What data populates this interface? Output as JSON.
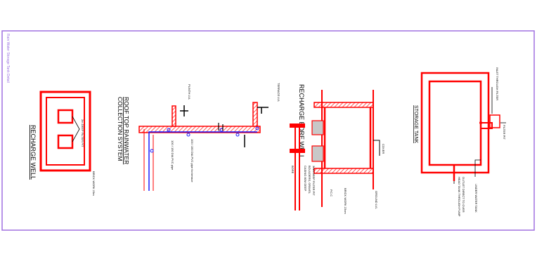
{
  "sheet_title": "Rain Water Storage Tank Detail",
  "colors": {
    "frame": "#a070e0",
    "wall": "#ff0000",
    "hatch": "#ff6060",
    "pipe": "#1a1aff",
    "fill_grey": "#c8c8c8",
    "annotation": "#000000"
  },
  "recharge_well": {
    "title": "RECHARGE WELL",
    "label_filter_pit": "2m DEEP FILTER PIT",
    "label_brickwork": "BRICK WORK 23m"
  },
  "roof_top": {
    "title_line1": "ROOF TOP RAINWATER",
    "title_line2": "COLLECTION SYSTEM",
    "label_plinth": "PLINTH LVL",
    "label_terrace": "TERRACE LVL",
    "label_pipe_dia": "100 / 150 DIA PVC pipe",
    "label_pipe_main": "100 / 150 DIA PVC pipe for terrace"
  },
  "bore_well": {
    "title": "RECHARGE BORE WELL",
    "label_cover": "COVER",
    "label_ground": "GROUND LVL",
    "label_brickwork": "BRICK WORK 23cm",
    "label_pcc": "P.C.C",
    "label_filter_pit": "3mm DEEP FILTER PIT",
    "label_gravel": "BOULDERS, GRAVEL",
    "label_casing": "CASING 80M DEEP",
    "label_bore": "BORE"
  },
  "storage_tank": {
    "title": "STORAGE TANK",
    "label_inlet": "INLET THROUGH FILTER",
    "label_filter": "FILTER PIT",
    "label_underground": "UNDER WATER TANK",
    "label_outlet_1": "OUTLET DIRECT TO OVER",
    "label_outlet_2": "HEAD TANK THROUGH PUMP"
  }
}
